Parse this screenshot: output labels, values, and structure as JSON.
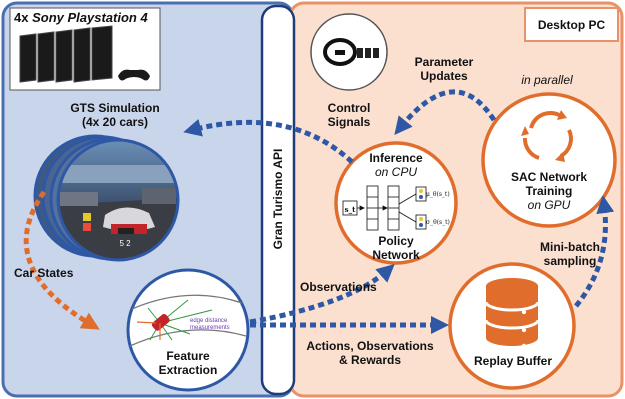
{
  "colors": {
    "left_panel": "#c9d5ea",
    "left_border": "#4a6fb0",
    "right_panel": "#fbe0cf",
    "right_border": "#e8926a",
    "api_bar": "#ffffff",
    "arrow_blue": "#2e58a6",
    "arrow_orange": "#e06d2c",
    "node_orange": "#e06d2c",
    "node_blue": "#2e58a6"
  },
  "hardware": {
    "label_prefix": "4x ",
    "label_device": "Sony Playstation 4",
    "icon": "console-icon"
  },
  "desktop_label": "Desktop PC",
  "api_label": "Gran Turismo API",
  "gts": {
    "line1": "GTS Simulation",
    "line2": "(4x 20 cars)",
    "screen_icon": "racing-game-screen-icon"
  },
  "car_states": "Car States",
  "feature": {
    "line1": "Feature",
    "line2": "Extraction",
    "annotation": "edge distance\nmeasurements",
    "icon": "track-car-icon"
  },
  "control": {
    "line1": "Control",
    "line2": "Signals",
    "icon": "steering-wheel-icon"
  },
  "parameter": {
    "line1": "Parameter",
    "line2": "Updates"
  },
  "in_parallel": "in parallel",
  "inference": {
    "title": "Inference",
    "subtitle": "on CPU",
    "line3": "Policy",
    "line4": "Network",
    "input_label": "s_t",
    "out_mu": "μ_θ(s_t)",
    "out_sigma": "σ_θ(s_t)",
    "icon": "neural-network-icon"
  },
  "sac": {
    "line1": "SAC Network",
    "line2": "Training",
    "line3": "on GPU",
    "icon": "cycle-arrows-icon"
  },
  "minibatch": {
    "line1": "Mini-batch",
    "line2": "sampling"
  },
  "observations": "Observations",
  "actions": {
    "line1": "Actions, Observations",
    "line2": "& Rewards"
  },
  "replay": {
    "label": "Replay Buffer",
    "icon": "database-icon"
  }
}
